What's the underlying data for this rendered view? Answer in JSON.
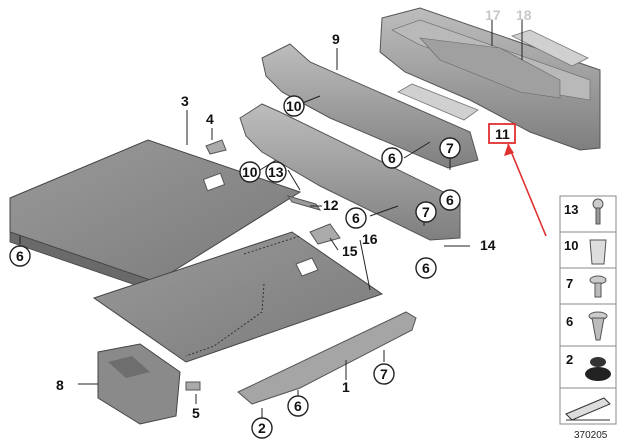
{
  "part_labels": {
    "p1": "1",
    "p2": "2",
    "p3": "3",
    "p4": "4",
    "p5": "5",
    "p6a": "6",
    "p6b": "6",
    "p6c": "6",
    "p6d": "6",
    "p6e": "6",
    "p6f": "6",
    "p7a": "7",
    "p7b": "7",
    "p7c": "7",
    "p8": "8",
    "p9": "9",
    "p10a": "10",
    "p10b": "10",
    "p11": "11",
    "p12": "12",
    "p13": "13",
    "p14": "14",
    "p15": "15",
    "p16": "16",
    "p17": "17",
    "p18": "18"
  },
  "legend": {
    "items": [
      {
        "label": "13",
        "icon": "screw-icon"
      },
      {
        "label": "10",
        "icon": "clip-icon"
      },
      {
        "label": "7",
        "icon": "rivet-icon"
      },
      {
        "label": "6",
        "icon": "expanding-rivet-icon"
      },
      {
        "label": "2",
        "icon": "grommet-icon"
      }
    ]
  },
  "colors": {
    "panel": "#8c8c8c",
    "panel_dark": "#6f6f6f",
    "trim": "#a9a9a9",
    "highlight": "#e03030",
    "faded_label": "#c8c8c8"
  },
  "reference_number": "370205"
}
